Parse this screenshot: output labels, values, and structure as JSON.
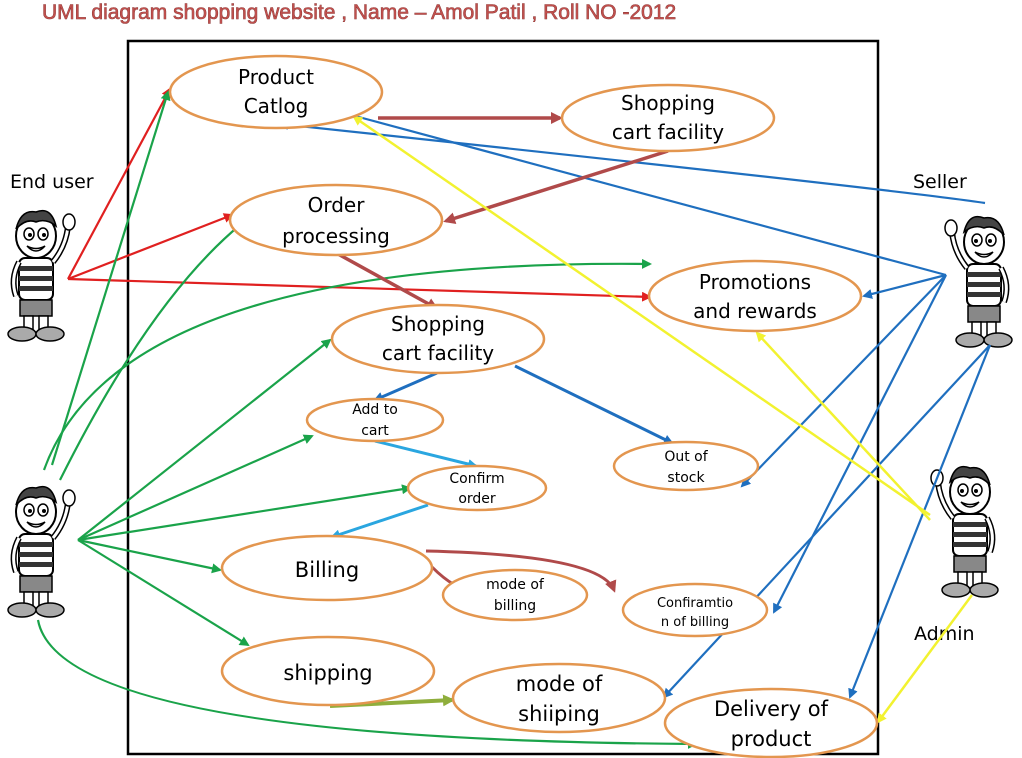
{
  "title": "UML diagram shopping website  , Name – Amol Patil , Roll NO -2012",
  "actors": {
    "end_user": "End user",
    "seller": "Seller",
    "admin": "Admin"
  },
  "use_cases": {
    "product_catalog": [
      "Product",
      "Catlog"
    ],
    "shopping_cart_top": [
      "Shopping",
      "cart facility"
    ],
    "order_processing": [
      "Order",
      "processing"
    ],
    "promotions": [
      "Promotions",
      "and rewards"
    ],
    "shopping_cart_mid": [
      "Shopping",
      "cart facility"
    ],
    "add_to_cart": [
      "Add to",
      "cart"
    ],
    "out_of_stock": [
      "Out of",
      "stock"
    ],
    "confirm_order": [
      "Confirm",
      "order"
    ],
    "billing": [
      "Billing"
    ],
    "mode_of_billing": [
      "mode of",
      "billing"
    ],
    "confirmation_of_billing": [
      "Confiramtio",
      "n of billing"
    ],
    "shipping": [
      "shipping"
    ],
    "mode_of_shipping": [
      "mode of",
      "shiiping"
    ],
    "delivery": [
      "Delivery of",
      "product"
    ]
  },
  "colors": {
    "ellipse_border": "#e3964f",
    "red": "#e02020",
    "green": "#1aa34a",
    "blue": "#1f6fbf",
    "light_blue": "#2aa6e0",
    "brown": "#b04a4a",
    "yellow": "#f2f230",
    "olive": "#8fae3c",
    "title": "#c0504d"
  },
  "icons": {
    "actor": "boy-cartoon-actor-icon"
  }
}
